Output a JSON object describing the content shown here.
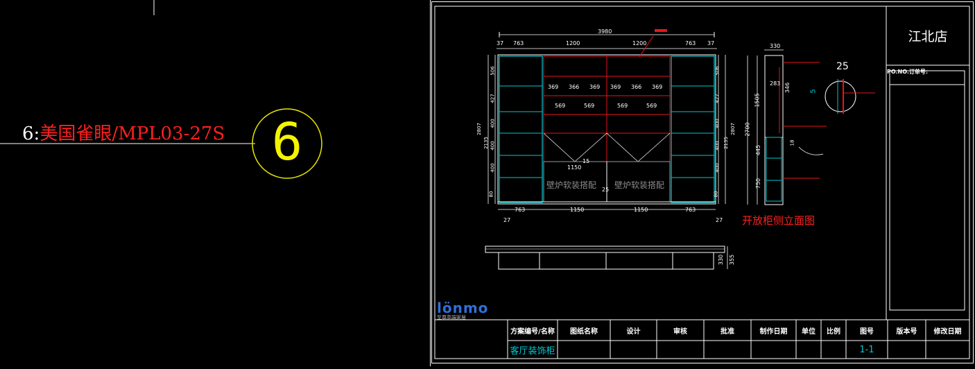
{
  "left": {
    "note_prefix": "6:",
    "note_red": "美国雀眼/MPL03-27S",
    "bubble_number": "6"
  },
  "drawing": {
    "overall_width": "3980",
    "top_dims": [
      "37",
      "763",
      "1200",
      "1200",
      "763",
      "37"
    ],
    "bottom_dims": [
      "763",
      "1150",
      "1150",
      "763"
    ],
    "bottom_end": "27",
    "bottom_end_right": "27",
    "left_heights": [
      "506",
      "427",
      "400",
      "400",
      "400",
      "80"
    ],
    "left_totals": [
      "2807",
      "2135"
    ],
    "right_heights": [
      "506",
      "427",
      "400",
      "400",
      "400",
      "80"
    ],
    "right_totals": [
      "2807",
      "2135"
    ],
    "inner_dims_top": [
      "369",
      "366",
      "369",
      "369",
      "366",
      "369"
    ],
    "inner_dims_mid": [
      "569",
      "569",
      "569",
      "569"
    ],
    "center_dim": "1150",
    "center_small": "15",
    "bottom_small": "25",
    "watermark": "壁炉软装搭配",
    "side_top": "330",
    "side_h1": "1505",
    "side_h2": "445",
    "side_h3": "750",
    "side_total": "2700",
    "side_sub_283": "283",
    "side_sub_346": "346",
    "side_small": "18",
    "detail_dim": "25",
    "detail_small": "5",
    "side_caption": "开放柜侧立面图",
    "plan_dims": [
      "330",
      "355"
    ]
  },
  "titleblock": {
    "store": "江北店",
    "po_label": "PO.NO.订单号:",
    "logo_text": "lönmo",
    "logo_sub": "至尊高端家居",
    "headers": [
      "方案编号/名称",
      "图纸名称",
      "设计",
      "审核",
      "批准",
      "制作日期",
      "单位",
      "比例",
      "图号",
      "版本号",
      "修改日期"
    ],
    "scheme_name": "客厅装饰柜",
    "drawing_no": "1-1"
  }
}
